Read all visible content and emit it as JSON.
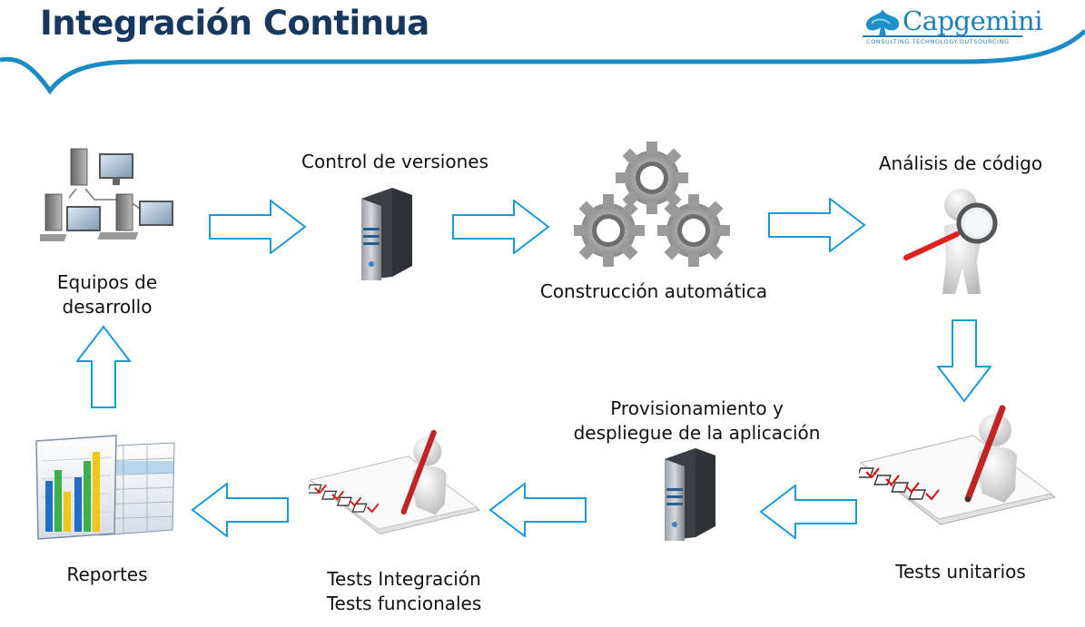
{
  "header": {
    "title": "Integración Continua",
    "logo": {
      "name": "Capgemini",
      "tagline": "CONSULTING.TECHNOLOGY.OUTSOURCING"
    },
    "accent_color": "#1a8bc5"
  },
  "diagram": {
    "nodes": [
      {
        "id": "dev",
        "label_lines": [
          "Equipos de",
          "desarrollo"
        ],
        "icon": "computers-network-icon"
      },
      {
        "id": "vcs",
        "label_lines": [
          "Control de versiones"
        ],
        "icon": "server-icon"
      },
      {
        "id": "build",
        "label_lines": [
          "Construcción automática"
        ],
        "icon": "gears-icon"
      },
      {
        "id": "analysis",
        "label_lines": [
          "Análisis de código"
        ],
        "icon": "magnifier-figure-icon"
      },
      {
        "id": "unit",
        "label_lines": [
          "Tests unitarios"
        ],
        "icon": "checklist-figure-icon"
      },
      {
        "id": "deploy",
        "label_lines": [
          "Provisionamiento y",
          "despliegue de la aplicación"
        ],
        "icon": "server-icon"
      },
      {
        "id": "integration",
        "label_lines": [
          "Tests Integración",
          "Tests funcionales"
        ],
        "icon": "checklist-figure-icon"
      },
      {
        "id": "reports",
        "label_lines": [
          "Reportes"
        ],
        "icon": "report-chart-icon"
      }
    ],
    "flow": [
      "dev",
      "vcs",
      "build",
      "analysis",
      "unit",
      "deploy",
      "integration",
      "reports",
      "dev"
    ],
    "arrow_color": "#1a9ad6"
  }
}
